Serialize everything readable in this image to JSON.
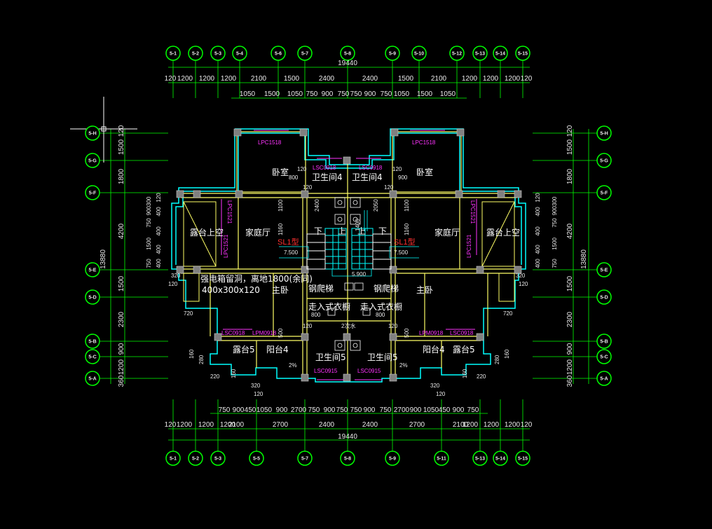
{
  "axes_top": [
    "5-1",
    "5-2",
    "5-3",
    "5-4",
    "5-6",
    "5-7",
    "5-8",
    "5-9",
    "5-10",
    "5-12",
    "5-13",
    "5-14",
    "5-15"
  ],
  "axes_bottom": [
    "5-1",
    "5-2",
    "5-3",
    "5-5",
    "5-7",
    "5-8",
    "5-9",
    "5-11",
    "5-13",
    "5-14",
    "5-15"
  ],
  "axes_left": [
    "5-H",
    "5-G",
    "5-F",
    "5-E",
    "5-D",
    "5-B",
    "5-C",
    "5-A"
  ],
  "axes_right": [
    "5-H",
    "5-G",
    "5-F",
    "5-E",
    "5-D",
    "5-B",
    "5-C",
    "5-A"
  ],
  "total_width": "19440",
  "top_dims_outer": [
    "120",
    "1200",
    "1200",
    "1200",
    "2100",
    "1500",
    "2400",
    "2400",
    "1500",
    "2100",
    "1200",
    "1200",
    "1200",
    "120"
  ],
  "top_dims_inner": [
    "1050",
    "1500",
    "1050",
    "750",
    "900",
    "750",
    "750",
    "900",
    "750",
    "1050",
    "1500",
    "1050"
  ],
  "bottom_dims_inner": [
    "750",
    "900",
    "450",
    "1050",
    "900",
    "2700",
    "750",
    "900",
    "750",
    "750",
    "900",
    "750",
    "2700",
    "900",
    "1050",
    "450",
    "900",
    "750"
  ],
  "bottom_dims_outer": [
    "120",
    "1200",
    "1200",
    "1200",
    "2100",
    "2700",
    "2400",
    "2400",
    "2700",
    "2100",
    "1200",
    "1200",
    "1200",
    "120"
  ],
  "left_dims": [
    "120",
    "1500",
    "1800",
    "4200",
    "1500",
    "2300",
    "900",
    "1200",
    "360"
  ],
  "left_total": "13880",
  "right_dims": [
    "120",
    "1500",
    "1800",
    "4200",
    "1500",
    "2300",
    "900",
    "1200",
    "360"
  ],
  "right_total": "13880",
  "rooms": {
    "bedroom_l": "卧室",
    "bedroom_r": "卧室",
    "bath_top_l": "卫生间4",
    "bath_top_r": "卫生间4",
    "terrace_l": "露台上空",
    "terrace_r": "露台上空",
    "family_l": "家庭厅",
    "family_r": "家庭厅",
    "down_l": "下",
    "up_l": "上",
    "up_r": "上",
    "down_r": "下",
    "master_l": "主卧",
    "master_r": "主卧",
    "ladder_l": "钢爬梯",
    "ladder_r": "钢爬梯",
    "closet_l": "走入式衣橱",
    "closet_r": "走入式衣橱",
    "terrace5_l": "露台5",
    "terrace5_r": "露台5",
    "balcony_l": "阳台4",
    "balcony_r": "阳台4",
    "bath5_l": "卫生间5",
    "bath5_r": "卫生间5",
    "stair_l": "SL1型",
    "stair_r": "SL1型",
    "level_l": "7.500",
    "level_r": "7.500",
    "level_c": "5.900",
    "note_line1": "强电箱留洞，离地1800(余同)",
    "note_line2": "400x300x120",
    "opening_mark": "2%",
    "pipe_mark": "2次水"
  },
  "window_tags": {
    "lpc1518": "LPC1518",
    "lsc0918": "LSC0918",
    "lpm0918": "LPM0918",
    "lpm0918_b": "LPM0918",
    "lsc0918_b": "LSC0918",
    "lsc0915": "LSC0915",
    "lpc1521": "LPC1521"
  },
  "local_dims": {
    "d120": "120",
    "d800": "800",
    "d900": "900",
    "d1100": "1100",
    "d1160": "1160",
    "d2400": "2400",
    "d2050": "2050",
    "d1400": "1400",
    "d400": "400",
    "d750": "750",
    "d900300": "900300",
    "d1500": "1500",
    "d720": "720",
    "d320": "320",
    "d160": "160",
    "d220": "220",
    "d280": "280",
    "d500": "500"
  },
  "colors": {
    "bg": "#000000",
    "bubble": "#00ff00",
    "grid": "#00ff00",
    "wall": "#ffff66",
    "cyan": "#00ffff",
    "magenta": "#ff33ff",
    "white": "#ffffff",
    "red": "#ff3030"
  }
}
